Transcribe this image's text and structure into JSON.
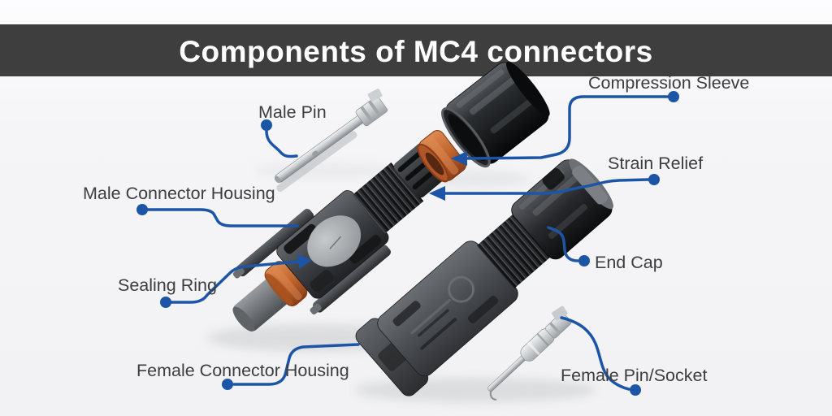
{
  "header": {
    "title": "Components of MC4 connectors"
  },
  "labels": {
    "male_pin": "Male Pin",
    "compression_sleeve": "Compression Sleeve",
    "strain_relief": "Strain Relief",
    "male_connector_housing": "Male Connector Housing",
    "sealing_ring": "Sealing Ring",
    "end_cap": "End Cap",
    "female_connector_housing": "Female Connector Housing",
    "female_pin_socket": "Female Pin/Socket"
  },
  "colors": {
    "accent": "#1d55a6",
    "title_bar": "#3e3e3e",
    "title_text": "#ffffff",
    "label_text": "#3d3d3d",
    "sleeve_orange": "#c2672f"
  }
}
